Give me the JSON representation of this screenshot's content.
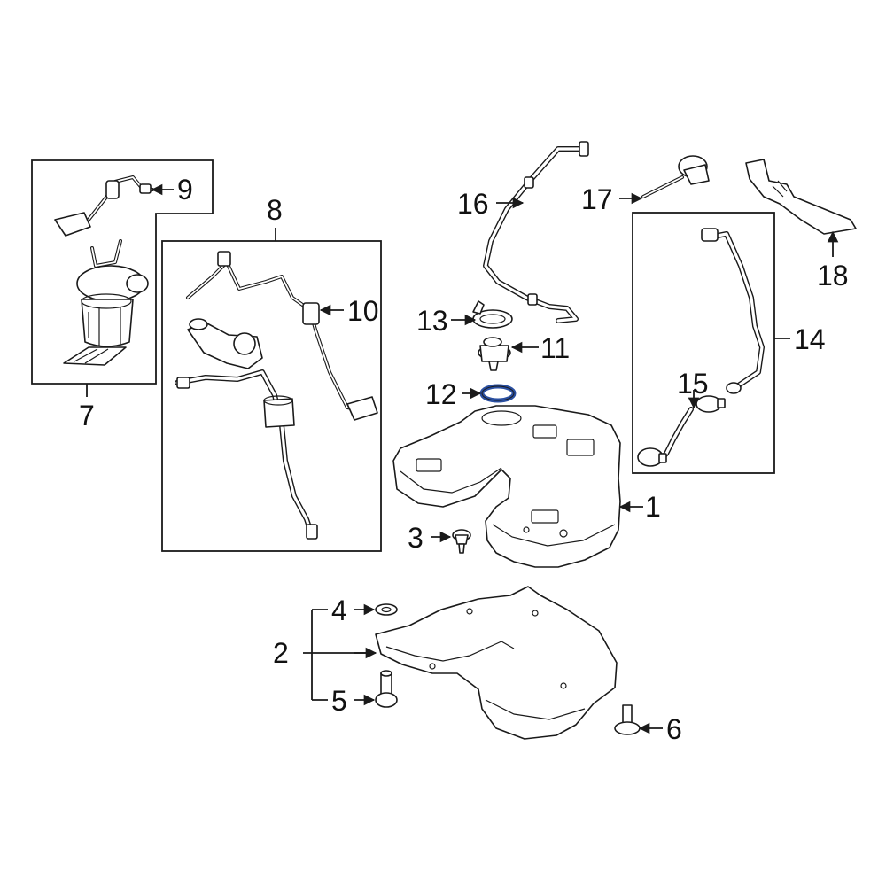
{
  "diagram": {
    "highlight_color": "#2a4fa0",
    "line_color": "#1a1a1a",
    "highlighted_part": "12",
    "callouts": {
      "c1": "1",
      "c2": "2",
      "c3": "3",
      "c4": "4",
      "c5": "5",
      "c6": "6",
      "c7": "7",
      "c8": "8",
      "c9": "9",
      "c10": "10",
      "c11": "11",
      "c12": "12",
      "c13": "13",
      "c14": "14",
      "c15": "15",
      "c16": "16",
      "c17": "17",
      "c18": "18"
    }
  }
}
